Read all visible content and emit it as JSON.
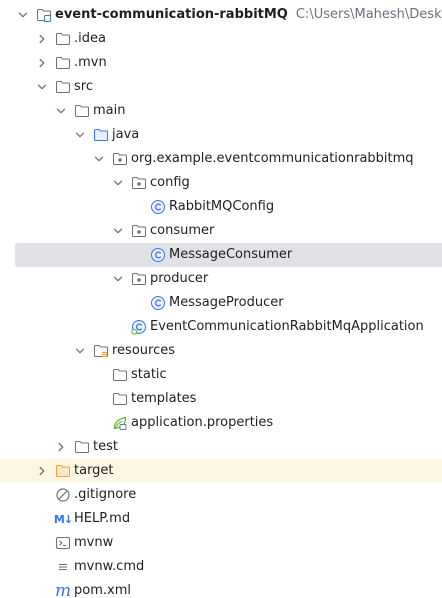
{
  "colors": {
    "text": "#1e1f22",
    "path_text": "#6c707e",
    "selected_row": "#dfe1e5",
    "excluded_row": "#fdf6e3",
    "folder_stroke": "#6c707e",
    "module_blue": "#3574f0",
    "class_blue": "#3574f0",
    "excluded_folder": "#e8a33e"
  },
  "tree": [
    {
      "label": "event-communication-rabbitMQ",
      "path": "C:\\Users\\Mahesh\\Desktop\\S",
      "depth": 0,
      "expanded": true,
      "icon": "module-folder-icon",
      "bold": true
    },
    {
      "label": ".idea",
      "depth": 1,
      "expanded": false,
      "icon": "folder-icon"
    },
    {
      "label": ".mvn",
      "depth": 1,
      "expanded": false,
      "icon": "folder-icon"
    },
    {
      "label": "src",
      "depth": 1,
      "expanded": true,
      "icon": "folder-icon"
    },
    {
      "label": "main",
      "depth": 2,
      "expanded": true,
      "icon": "folder-icon"
    },
    {
      "label": "java",
      "depth": 3,
      "expanded": true,
      "icon": "source-root-icon"
    },
    {
      "label": "org.example.eventcommunicationrabbitmq",
      "depth": 4,
      "expanded": true,
      "icon": "package-icon"
    },
    {
      "label": "config",
      "depth": 5,
      "expanded": true,
      "icon": "package-icon"
    },
    {
      "label": "RabbitMQConfig",
      "depth": 6,
      "icon": "java-class-icon"
    },
    {
      "label": "consumer",
      "depth": 5,
      "expanded": true,
      "icon": "package-icon"
    },
    {
      "label": "MessageConsumer",
      "depth": 6,
      "icon": "java-class-icon",
      "selected": true
    },
    {
      "label": "producer",
      "depth": 5,
      "expanded": true,
      "icon": "package-icon"
    },
    {
      "label": "MessageProducer",
      "depth": 6,
      "icon": "java-class-icon"
    },
    {
      "label": "EventCommunicationRabbitMqApplication",
      "depth": 5,
      "icon": "spring-boot-class-icon"
    },
    {
      "label": "resources",
      "depth": 3,
      "expanded": true,
      "icon": "resources-root-icon"
    },
    {
      "label": "static",
      "depth": 4,
      "icon": "folder-icon"
    },
    {
      "label": "templates",
      "depth": 4,
      "icon": "folder-icon"
    },
    {
      "label": "application.properties",
      "depth": 4,
      "icon": "spring-properties-icon"
    },
    {
      "label": "test",
      "depth": 2,
      "expanded": false,
      "icon": "folder-icon"
    },
    {
      "label": "target",
      "depth": 1,
      "expanded": false,
      "icon": "excluded-folder-icon",
      "excluded": true
    },
    {
      "label": ".gitignore",
      "depth": 1,
      "icon": "ignore-file-icon"
    },
    {
      "label": "HELP.md",
      "depth": 1,
      "icon": "markdown-icon"
    },
    {
      "label": "mvnw",
      "depth": 1,
      "icon": "shell-script-icon"
    },
    {
      "label": "mvnw.cmd",
      "depth": 1,
      "icon": "text-file-icon"
    },
    {
      "label": "pom.xml",
      "depth": 1,
      "icon": "maven-icon"
    }
  ],
  "icon_glyphs": {
    "markdown": "M↓",
    "maven": "m"
  }
}
